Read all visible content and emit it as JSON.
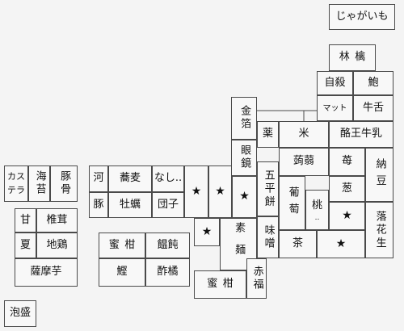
{
  "cells": {
    "jagaimo": "じゃがいも",
    "ringo": "林檎",
    "jisatsu": "自殺",
    "awabi": "鮑",
    "matto": "マット",
    "gyutan": "牛舌",
    "kinpaku": "金箔",
    "kusuri": "薬",
    "kome": "米",
    "rakuou": "酪王牛乳",
    "megane": "眼鏡",
    "konnyaku": "蒟蒻",
    "ichigo": "苺",
    "natto": "納豆",
    "gohei": "五平餅",
    "budou": "葡萄",
    "momo": "桃",
    "momo_dots": "..",
    "negi": "葱",
    "star": "★",
    "rakkasei": "落花生",
    "miso": "味噌",
    "cha": "茶",
    "kawa": "河",
    "soba": "蕎麦",
    "nashi": "なし..",
    "buta": "豚",
    "kaki": "牡蠣",
    "dango": "団子",
    "castella": "カステラ",
    "nori": "海苔",
    "tonkotsu": "豚骨",
    "ama": "甘",
    "shiitake": "椎茸",
    "natsu": "夏",
    "jidori": "地鶏",
    "satsumaimo": "薩摩芋",
    "mikan": "蜜柑",
    "udon": "饂飩",
    "katsuo": "鰹",
    "sudachi": "酢橘",
    "soumen": "素麺",
    "akafuku": "赤福",
    "awamori": "泡盛"
  }
}
